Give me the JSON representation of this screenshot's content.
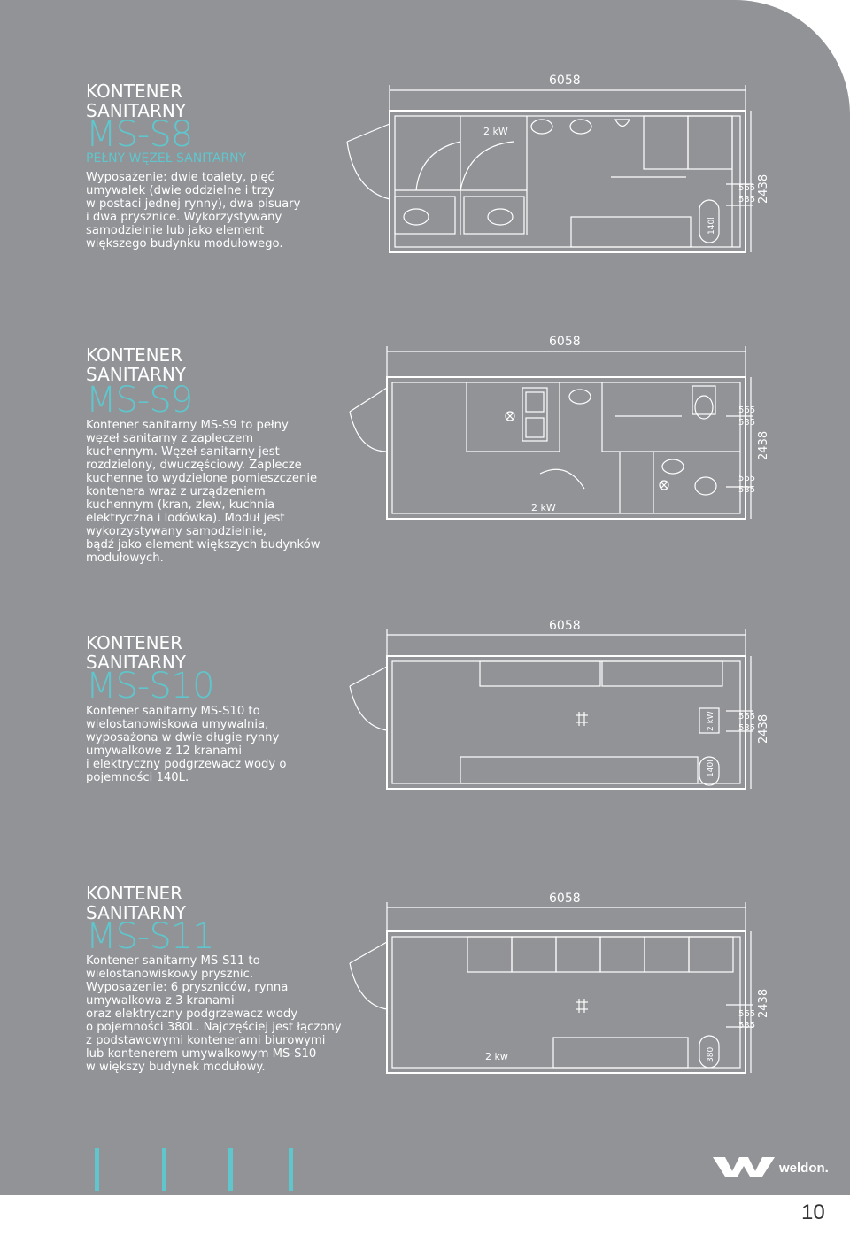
{
  "sections": [
    {
      "title_line1": "KONTENER",
      "title_line2": "SANITARNY",
      "model": "MS-S8",
      "subtitle": "PEŁNY WĘZEŁ SANITARNY",
      "description": [
        "Wyposażenie: dwie toalety, pięć",
        "umywalek (dwie oddzielne i trzy",
        "w postaci jednej rynny), dwa pisuary",
        "i dwa prysznice. Wykorzystywany",
        "samodzielnie lub jako element",
        "większego budynku modułowego."
      ],
      "plan": {
        "length": "6058",
        "width": "2438",
        "dim_a": "565",
        "dim_b": "535",
        "heater": "2 kW",
        "tank": "140l"
      }
    },
    {
      "title_line1": "KONTENER",
      "title_line2": "SANITARNY",
      "model": "MS-S9",
      "description": [
        "Kontener sanitarny MS-S9 to pełny",
        "węzeł sanitarny z zapleczem",
        "kuchennym. Węzeł sanitarny jest",
        "rozdzielony, dwuczęściowy. Zaplecze",
        "kuchenne to wydzielone pomieszczenie",
        "kontenera wraz z urządzeniem",
        "kuchennym (kran, zlew, kuchnia",
        "elektryczna i lodówka). Moduł jest",
        "wykorzystywany samodzielnie,",
        "bądź jako element większych budynków",
        "modułowych."
      ],
      "plan": {
        "length": "6058",
        "width": "2438",
        "dim_a": "565",
        "dim_b": "535",
        "dim_c": "565",
        "dim_d": "535",
        "heater": "2 kW"
      }
    },
    {
      "title_line1": "KONTENER",
      "title_line2": "SANITARNY",
      "model": "MS-S10",
      "description": [
        "Kontener sanitarny MS-S10 to",
        "wielostanowiskowa umywalnia,",
        "wyposażona w dwie długie rynny",
        "umywalkowe z 12 kranami",
        "i elektryczny podgrzewacz wody o",
        "pojemności 140L."
      ],
      "plan": {
        "length": "6058",
        "width": "2438",
        "dim_a": "565",
        "dim_b": "535",
        "heater": "2 kW",
        "tank": "140l"
      }
    },
    {
      "title_line1": "KONTENER",
      "title_line2": "SANITARNY",
      "model": "MS-S11",
      "description": [
        "Kontener sanitarny MS-S11 to",
        "wielostanowiskowy prysznic.",
        "Wyposażenie: 6 pryszniców, rynna",
        "umywalkowa z 3 kranami",
        "oraz elektryczny podgrzewacz wody",
        "o pojemności 380L. Najczęściej jest łączony",
        "z podstawowymi kontenerami biurowymi",
        "lub kontenerem umywalkowym MS-S10",
        "w większy budynek modułowy."
      ],
      "plan": {
        "length": "6058",
        "width": "2438",
        "dim_a": "565",
        "dim_b": "535",
        "heater": "2 kw",
        "tank": "380l"
      }
    }
  ],
  "footer": {
    "brand": "weldon.",
    "page_number": "10"
  },
  "colors": {
    "panel": "#919396",
    "accent": "#5fc6cd",
    "line": "#ffffff"
  }
}
